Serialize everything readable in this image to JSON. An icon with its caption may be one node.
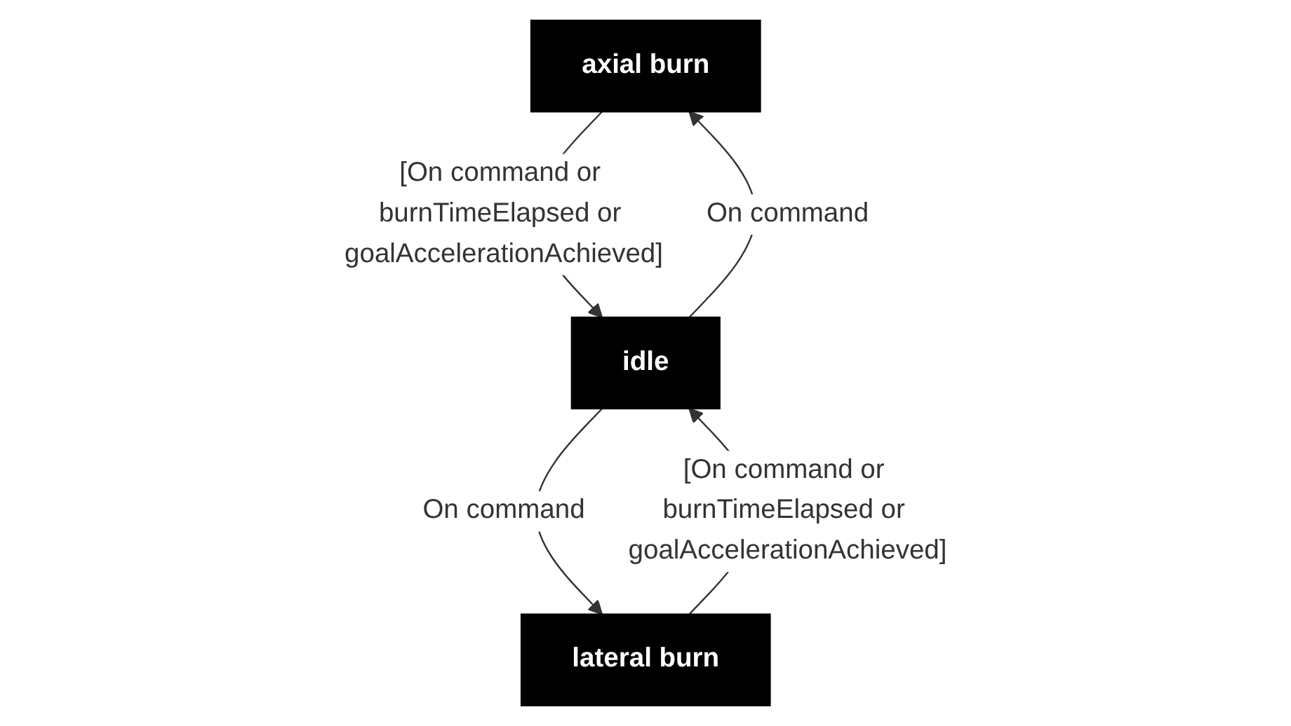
{
  "diagram": {
    "nodes": [
      {
        "text": [
          "axial burn"
        ]
      },
      {
        "text": [
          "idle"
        ]
      },
      {
        "text": [
          "lateral burn"
        ]
      }
    ],
    "edges": [
      {
        "from": 1,
        "to": 0,
        "arrow": "to",
        "label": "On command"
      },
      {
        "from": 0,
        "to": 1,
        "arrow": "to",
        "label": "[On command or burnTimeElapsed or goalAccelerationAchieved]"
      },
      {
        "from": 1,
        "to": 2,
        "arrow": "to",
        "label": "On command"
      },
      {
        "from": 2,
        "to": 1,
        "arrow": "to",
        "label": "[On command or burnTimeElapsed or goalAccelerationAchieved]"
      }
    ]
  }
}
